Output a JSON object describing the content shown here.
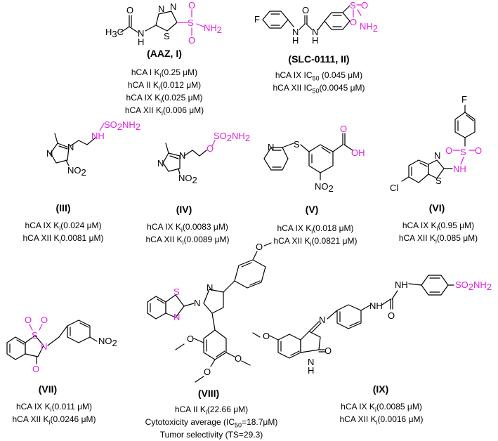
{
  "colors": {
    "highlight": "#e020e0",
    "ink": "#000000"
  },
  "compounds": [
    {
      "label": "(AAZ, I)",
      "activity": [
        {
          "pre": "hCA I K",
          "sub": "i",
          "post": "(0.25 μM)"
        },
        {
          "pre": "hCA II K",
          "sub": "i",
          "post": "(0.012 μM)"
        },
        {
          "pre": "hCA IX K",
          "sub": "i",
          "post": "(0.025 μM)"
        },
        {
          "pre": "hCA XII K",
          "sub": "i",
          "post": "(0.006 μM)"
        }
      ]
    },
    {
      "label": "(SLC-0111, II)",
      "activity": [
        {
          "pre": "hCA IX IC",
          "sub": "50",
          "post": " (0.045 μM)"
        },
        {
          "pre": "hCA XII IC",
          "sub": "50",
          "post": "(0.0045 μM)"
        }
      ]
    },
    {
      "label": "(III)",
      "activity": [
        {
          "pre": "hCA IX K",
          "sub": "i",
          "post": "(0.024 μM)"
        },
        {
          "pre": "hCA XII K",
          "sub": "i",
          "post": "0.0081 μM)"
        }
      ]
    },
    {
      "label": "(IV)",
      "activity": [
        {
          "pre": "hCA IX K",
          "sub": "i",
          "post": "(0.0083 μM)"
        },
        {
          "pre": "hCA XII K",
          "sub": "i",
          "post": "(0.0089 μM)"
        }
      ]
    },
    {
      "label": "(V)",
      "activity": [
        {
          "pre": "hCA IX K",
          "sub": "i",
          "post": "(0.018 μM)"
        },
        {
          "pre": "hCA XII K",
          "sub": "i",
          "post": "(0.0821 μM)"
        }
      ]
    },
    {
      "label": "(VI)",
      "activity": [
        {
          "pre": "hCA IX K",
          "sub": "i",
          "post": "(0.95 μM)"
        },
        {
          "pre": "hCA XII K",
          "sub": "i",
          "post": "(0.085 μM)"
        }
      ]
    },
    {
      "label": "(VII)",
      "activity": [
        {
          "pre": "hCA IX K",
          "sub": "i",
          "post": "(0.011 μM)"
        },
        {
          "pre": "hCA XII K",
          "sub": "i",
          "post": "(0.0246 μM)"
        }
      ]
    },
    {
      "label": "(VIII)",
      "activity": [
        {
          "pre": "hCA II K",
          "sub": "i",
          "post": "(22.66 μM)"
        },
        {
          "pre": "Cytotoxicity average (IC",
          "sub": "50",
          "post": "=18.7μM)"
        },
        {
          "pre": "Tumor selectivity (TS=29.3)",
          "sub": "",
          "post": ""
        }
      ]
    },
    {
      "label": "(IX)",
      "activity": [
        {
          "pre": "hCA IX K",
          "sub": "i",
          "post": "(0.0085 μM)"
        },
        {
          "pre": "hCA XII K",
          "sub": "i",
          "post": "(0.0016 μM)"
        }
      ]
    }
  ],
  "atoms": {
    "h3c": "H3C",
    "o": "O",
    "n": "N",
    "h": "H",
    "s": "S",
    "nh": "NH",
    "nh2": "NH2",
    "f": "F",
    "cl": "Cl",
    "oh": "OH",
    "no2": "NO2",
    "so2nh2": "SO2NH2"
  }
}
